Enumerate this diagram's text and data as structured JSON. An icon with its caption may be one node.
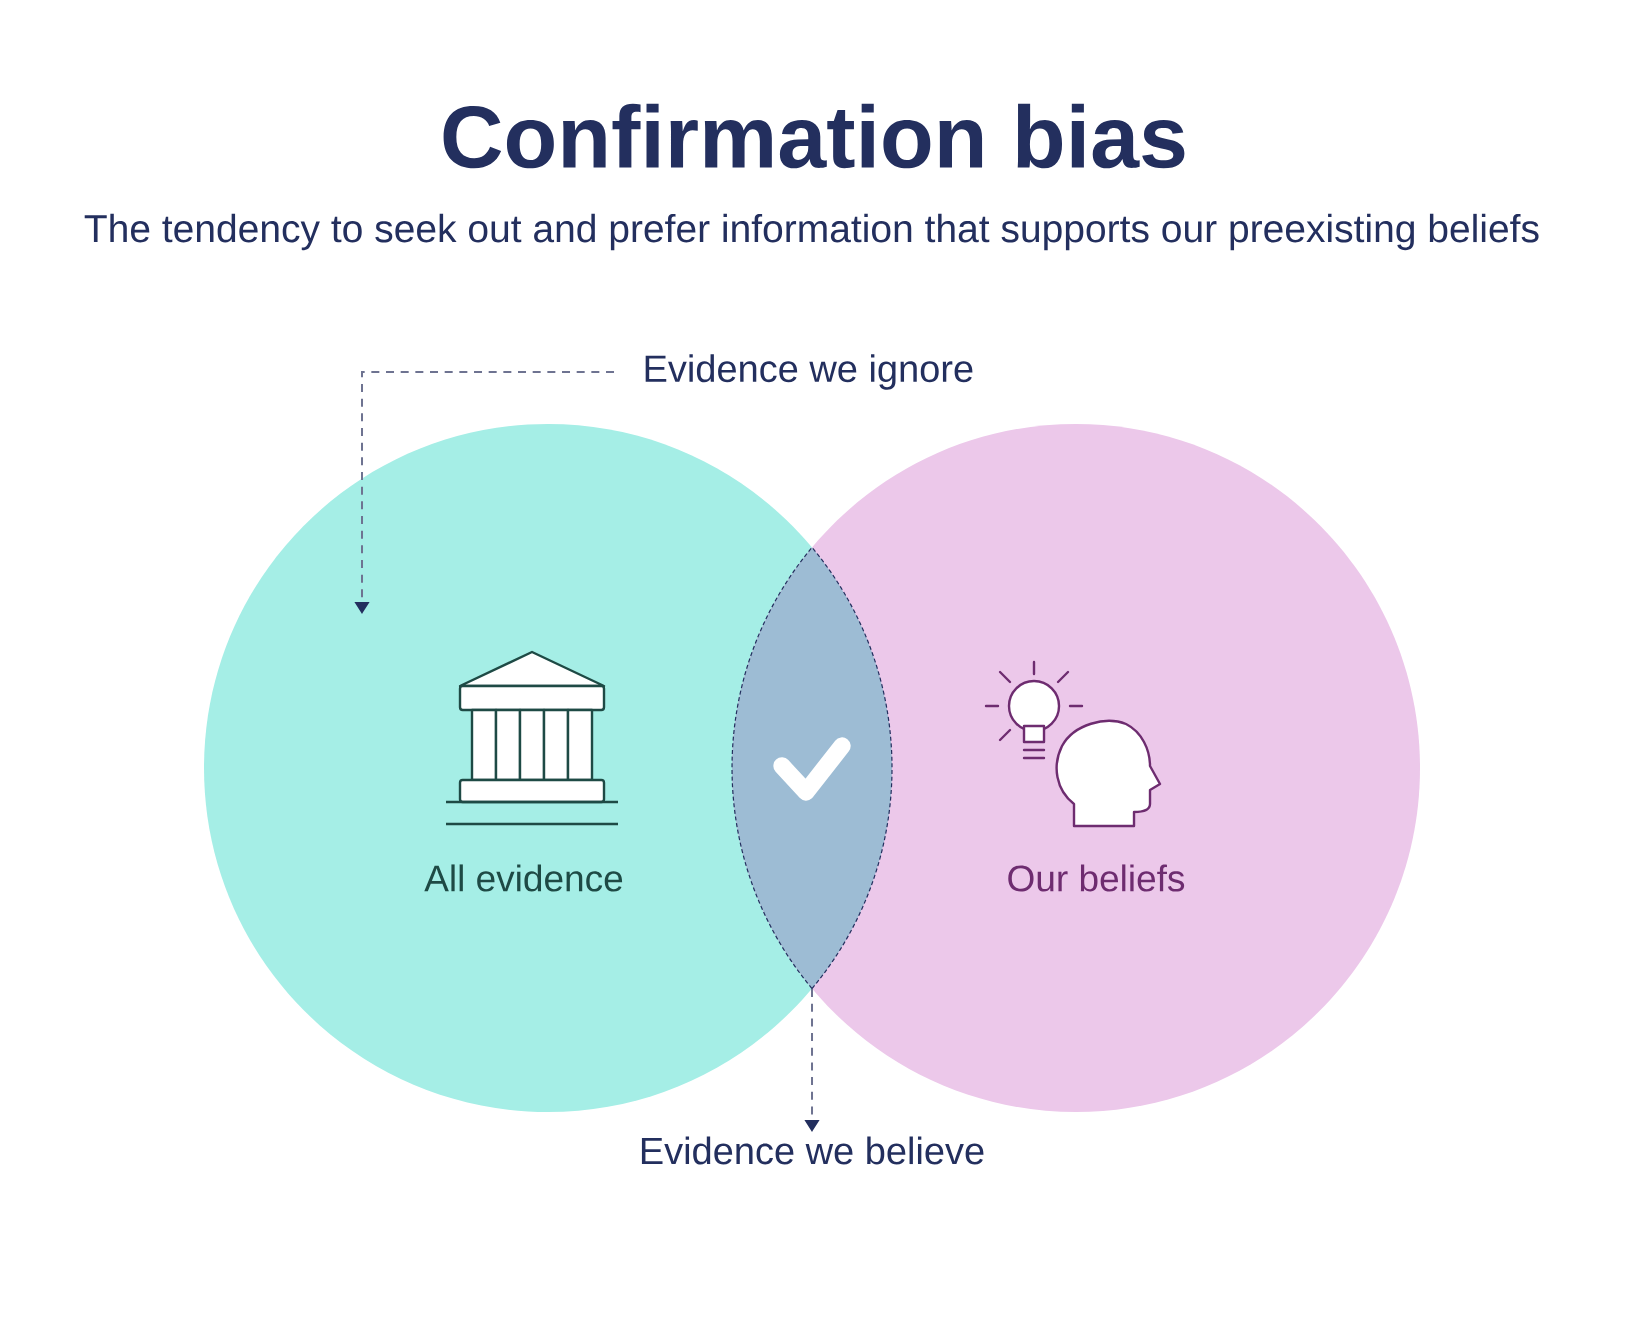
{
  "diagram": {
    "title": "Confirmation bias",
    "nodes": [
      {
        "text": [
          "Evidence we ignore"
        ]
      },
      {
        "text": [
          "All evidence"
        ]
      },
      {
        "text": [],
        "shape": "lens"
      },
      {
        "text": [
          "Our beliefs"
        ]
      },
      {
        "text": [
          "Evidence we believe"
        ]
      }
    ],
    "edges": [
      {
        "from": 0,
        "to": 1,
        "arrow": "to",
        "style": "dashed"
      },
      {
        "from": 2,
        "to": 4,
        "arrow": "to",
        "style": "dashed"
      }
    ],
    "labels": [
      "The tendency to seek out and prefer information that supports our preexisting beliefs"
    ]
  }
}
